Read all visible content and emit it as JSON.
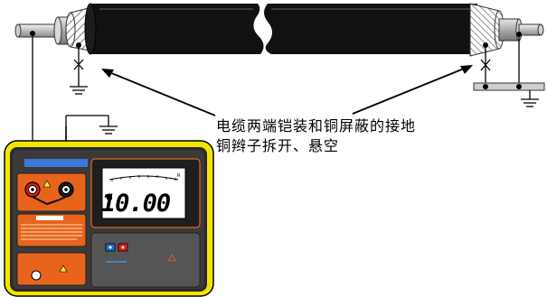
{
  "caption": {
    "line1": "电缆两端铠装和铜屏蔽的接地",
    "line2": "铜辫子拆开、悬空"
  },
  "meter": {
    "display_value": "10.00",
    "small_label": "R"
  },
  "colors": {
    "case_yellow": "#f2e600",
    "case_dark": "#2a2a2a",
    "panel_orange": "#e8641c",
    "cable_black": "#111111",
    "wire_blue": "#2a5bd7",
    "button_red": "#d81d1d",
    "button_blue": "#1f6fd0"
  },
  "icons": [
    "ground-icon",
    "open-switch-icon",
    "terminal-icon",
    "warning-icon"
  ]
}
